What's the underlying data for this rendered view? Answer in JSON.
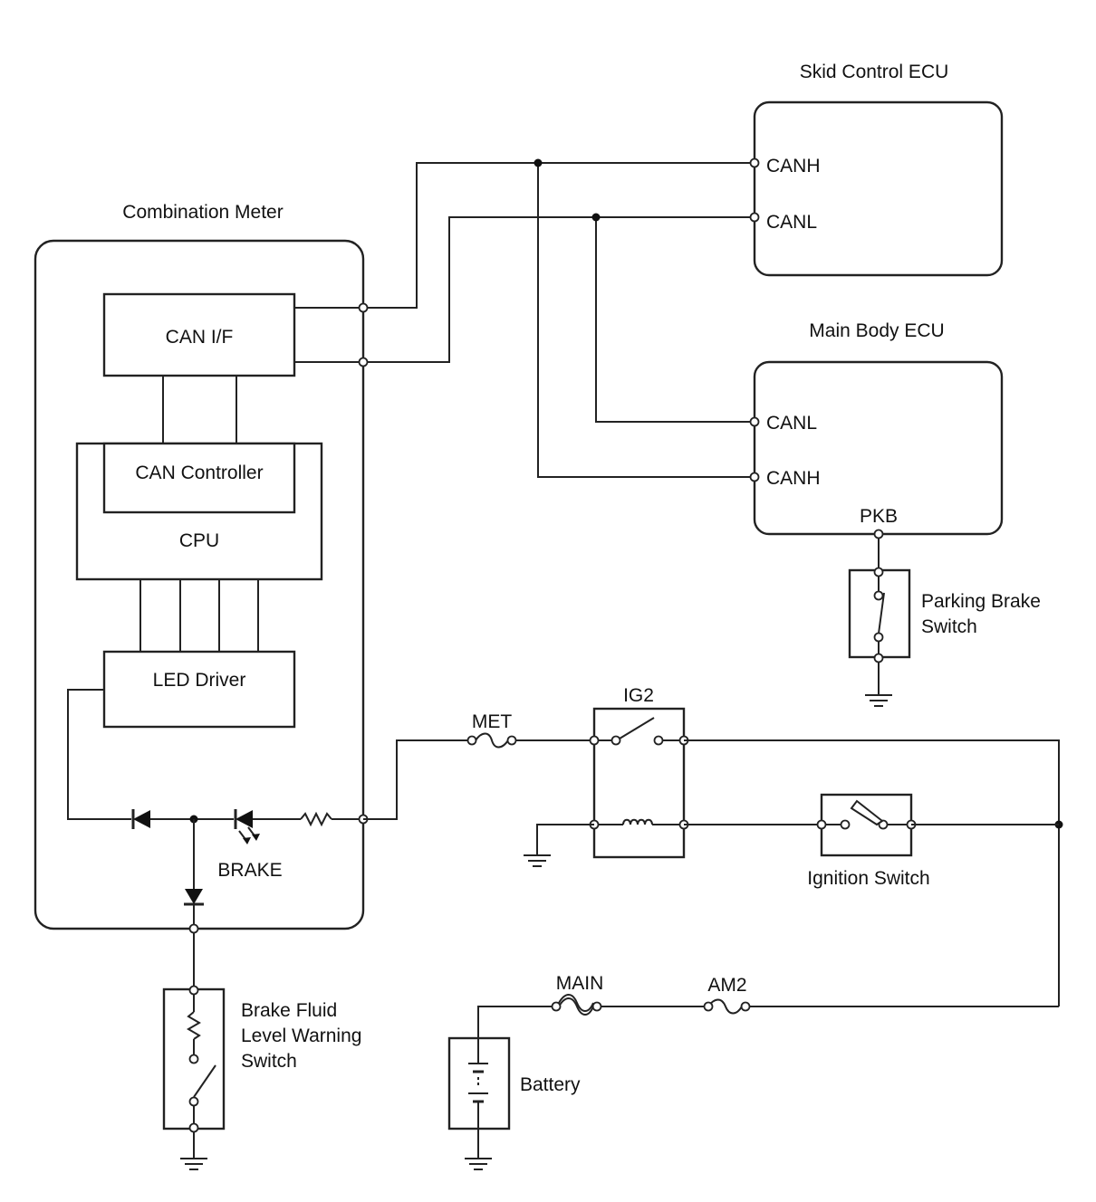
{
  "labels": {
    "skid_control_ecu": "Skid Control ECU",
    "main_body_ecu": "Main Body ECU",
    "combination_meter": "Combination Meter",
    "can_if": "CAN I/F",
    "can_controller": "CAN Controller",
    "cpu": "CPU",
    "led_driver": "LED Driver",
    "brake": "BRAKE",
    "met": "MET",
    "ig2": "IG2",
    "ignition_switch": "Ignition Switch",
    "main": "MAIN",
    "am2": "AM2",
    "battery": "Battery",
    "parking_brake_switch_line1": "Parking Brake",
    "parking_brake_switch_line2": "Switch",
    "brake_fluid_line1": "Brake Fluid",
    "brake_fluid_line2": "Level Warning",
    "brake_fluid_line3": "Switch"
  },
  "pins": {
    "skid_canh": "CANH",
    "skid_canl": "CANL",
    "body_canl": "CANL",
    "body_canh": "CANH",
    "pkb": "PKB"
  }
}
